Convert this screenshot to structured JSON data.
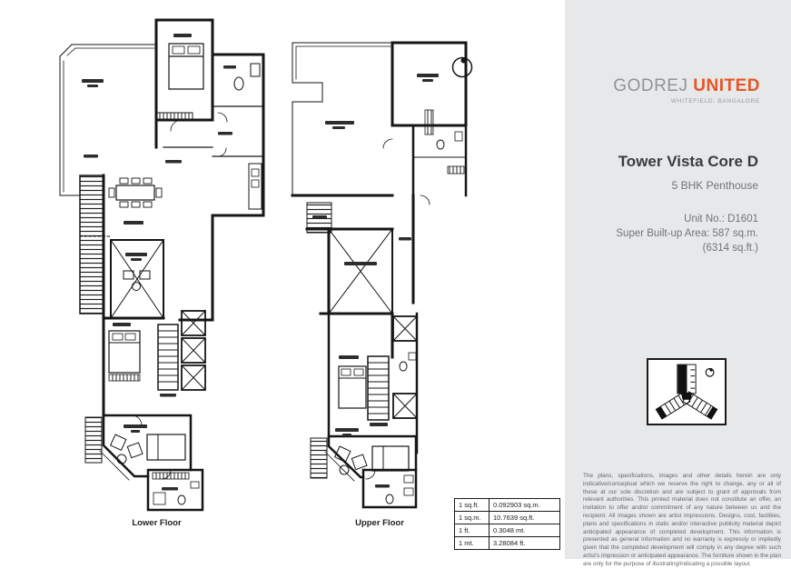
{
  "brand": {
    "name_primary": "GODREJ",
    "name_secondary": "UNITED",
    "tagline": "WHITEFIELD, BANGALORE",
    "accent_orange": "#e65525",
    "accent_gray": "#909394"
  },
  "unit_info": {
    "tower": "Tower Vista Core D",
    "type": "5 BHK Penthouse",
    "unit_no": "Unit No.: D1601",
    "area_sqm": "Super Built-up Area: 587 sq.m.",
    "area_sqft": "(6314 sq.ft.)"
  },
  "plans": {
    "lower_label": "Lower Floor",
    "upper_label": "Upper Floor"
  },
  "conversion_table": {
    "rows": [
      {
        "unit": "1 sq.ft.",
        "value": "0.092903 sq.m."
      },
      {
        "unit": "1 sq.m.",
        "value": "10.7639 sq.ft."
      },
      {
        "unit": "1 ft.",
        "value": "0.3048 mt."
      },
      {
        "unit": "1 mt.",
        "value": "3.28084 ft."
      }
    ]
  },
  "keyplan": {
    "icon": "site-key-plan-icon",
    "north_marker": "north-indicator-icon"
  },
  "disclaimer": "The plans, specifications, images and other details herein are only indicative/conceptual which we reserve the right to change, any or all of these at our sole discretion and are subject to grant of approvals from relevant authorities. This printed material does not constitute an offer, an invitation to offer and/or commitment of any nature between us and the recipient. All images shown are artist impressions. Designs, cost, facilities, plans and specifications in static and/or interactive publicity material depict anticipated appearance of completed development. This information is presented as general information and no warranty is expressly or impliedly given that the completed development will comply in any degree with such artist's impression or anticipated appearance. The furniture shown in the plan are only for the purpose of illustrating/indicating a possible layout."
}
